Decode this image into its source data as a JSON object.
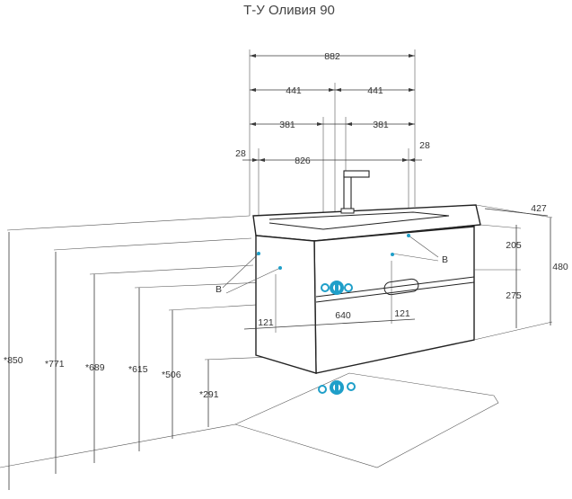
{
  "title": "Т-У Оливия 90",
  "dims": {
    "width_total": "882",
    "half_left": "441",
    "half_right": "441",
    "inner_left": "381",
    "inner_right": "381",
    "edge_left": "28",
    "edge_right": "28",
    "inner_width": "826",
    "depth": "427",
    "upper_drawer": "205",
    "lower_drawer": "275",
    "total_height": "480",
    "mount_left": "121",
    "mount_span": "640",
    "mount_right": "121"
  },
  "heights": {
    "h850": "*850",
    "h771": "*771",
    "h689": "*689",
    "h615": "*615",
    "h506": "*506",
    "h291": "*291"
  },
  "labels": {
    "b_left": "B",
    "b_right": "B"
  },
  "colors": {
    "marker": "#1f9fc9",
    "line": "#3a3a3a"
  }
}
